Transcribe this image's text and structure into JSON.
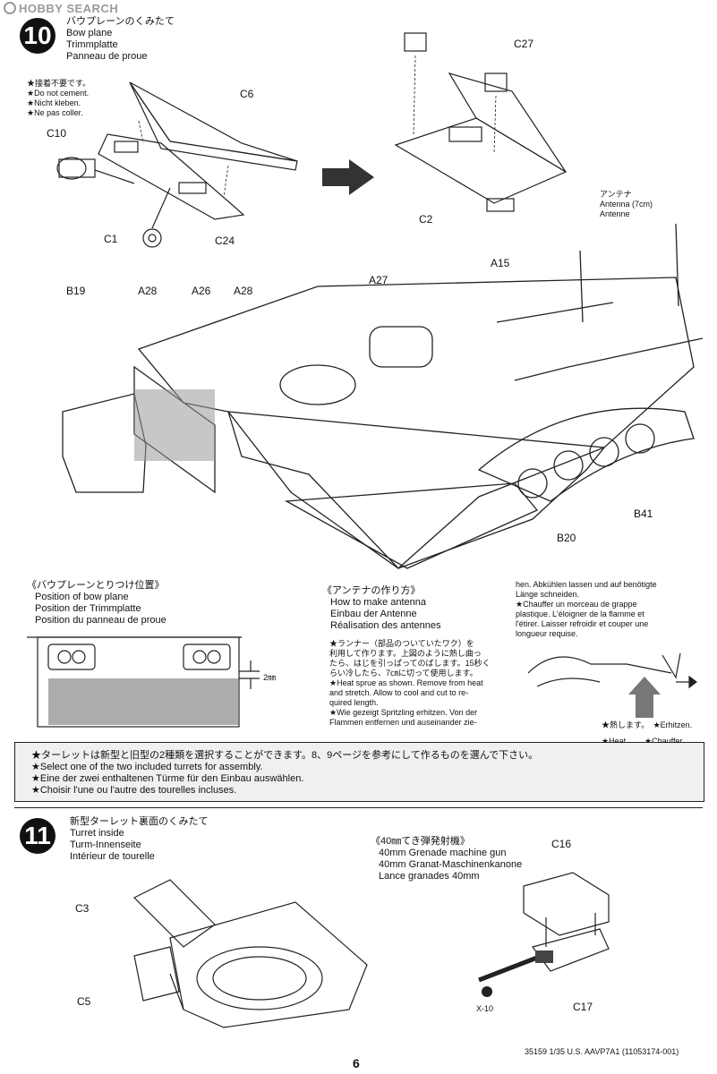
{
  "watermark": "HOBBY SEARCH",
  "step10": {
    "number": "10",
    "title_jp": "バウプレーンのくみたて",
    "title_en": "Bow plane",
    "title_de": "Trimmplatte",
    "title_fr": "Panneau de proue",
    "notes": [
      "★接着不要です。",
      "★Do not cement.",
      "★Nicht kleben.",
      "★Ne pas coller."
    ],
    "parts_upper": [
      "C6",
      "C10",
      "C1",
      "C24",
      "C27",
      "C2"
    ],
    "antenna_jp": "アンテナ",
    "antenna_en": "Antenna (7cm)",
    "antenna_fr": "Antenne",
    "parts_hull": [
      "B19",
      "A28",
      "A26",
      "A28",
      "A27",
      "A15",
      "B41",
      "B20"
    ]
  },
  "bow_position": {
    "title_jp": "《バウプレーンとりつけ位置》",
    "title_en": "Position of bow plane",
    "title_de": "Position der Trimmplatte",
    "title_fr": "Position du panneau de proue",
    "dim": "2㎜"
  },
  "antenna_make": {
    "title_jp": "《アンテナの作り方》",
    "title_en": "How to make antenna",
    "title_de": "Einbau der Antenne",
    "title_fr": "Réalisation des antennes",
    "jp_lines": [
      "★ランナー（部品のついていたワク）を",
      "利用して作ります。上図のように熱し曲っ",
      "たら、はじを引っぱってのばします。15秒く",
      "らい冷したら、7㎝に切って使用します。"
    ],
    "en_lines": [
      "★Heat sprue as shown. Remove from heat",
      "and stretch. Allow to cool and cut to re-",
      "quired length."
    ],
    "de_lines": [
      "★Wie gezeigt Spritzling erhitzen. Von der",
      "Flammen entfernen und auseinander zie-"
    ],
    "col2_de": [
      "hen. Abkühlen lassen und auf benötigte",
      "Länge schneiden."
    ],
    "col2_fr": [
      "★Chauffer un morceau de grappe",
      "plastique. L'éloigner de la flamme et",
      "l'étirer. Laisser refroidir et couper une",
      "longueur requise."
    ],
    "heat_jp": "★熱します。",
    "heat_de": "★Erhitzen.",
    "heat_en": "★Heat.",
    "heat_fr": "★Chauffer."
  },
  "notice": {
    "jp": "★ターレットは新型と旧型の2種類を選択することができます。8、9ページを参考にして作るものを選んで下さい。",
    "en": "★Select one of the two included turrets for assembly.",
    "de": "★Eine der zwei enthaltenen Türme für den Einbau auswählen.",
    "fr": "★Choisir l'une ou l'autre des tourelles incluses."
  },
  "step11": {
    "number": "11",
    "title_jp": "新型ターレット裏面のくみたて",
    "title_en": "Turret inside",
    "title_de": "Turm-Innenseite",
    "title_fr": "Intérieur de tourelle",
    "parts": [
      "C3",
      "C5"
    ],
    "gun_title_jp": "《40㎜てき弾発射機》",
    "gun_en": "40mm Grenade machine gun",
    "gun_de": "40mm Granat-Maschinenkanone",
    "gun_fr": "Lance granades 40mm",
    "gun_parts": [
      "C16",
      "C17",
      "X-10"
    ]
  },
  "footer": {
    "code": "35159  1/35 U.S. AAVP7A1 (11053174-001)",
    "page": "6"
  }
}
